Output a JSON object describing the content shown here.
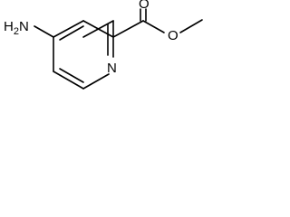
{
  "molecule": {
    "atoms": {
      "amino": "H2N",
      "ring_nitrogen": "N",
      "carbonyl_oxygen": "O",
      "ester_oxygen": "O"
    }
  }
}
